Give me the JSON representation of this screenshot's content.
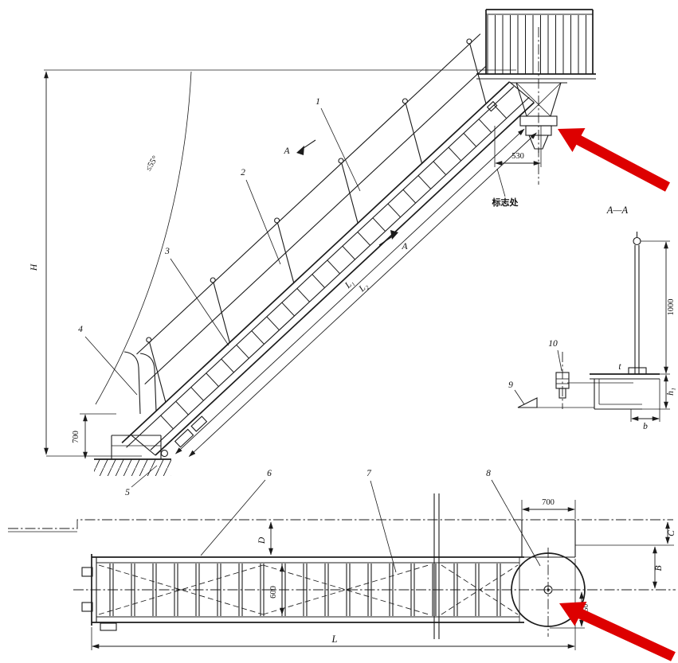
{
  "annotations": {
    "red_arrow_color": "#dd0000"
  },
  "elevation": {
    "angle": "≤55°",
    "height": "H",
    "bottom_height": "700",
    "top_width": "530",
    "mark": "标志处",
    "len1": "L₁",
    "len2": "L₂",
    "section_letter": "A",
    "parts": {
      "1": "1",
      "2": "2",
      "3": "3",
      "4": "4",
      "5": "5"
    }
  },
  "section": {
    "title": "A—A",
    "height": "1000",
    "h": "h₁",
    "b": "b",
    "t": "t",
    "parts": {
      "9": "9",
      "10": "10"
    }
  },
  "plan": {
    "platform_width": "700",
    "width": "600",
    "offset_d": "D",
    "dim_b": "B",
    "dim_c": "C",
    "radius": "250",
    "length": "L",
    "parts": {
      "6": "6",
      "7": "7",
      "8": "8"
    }
  }
}
